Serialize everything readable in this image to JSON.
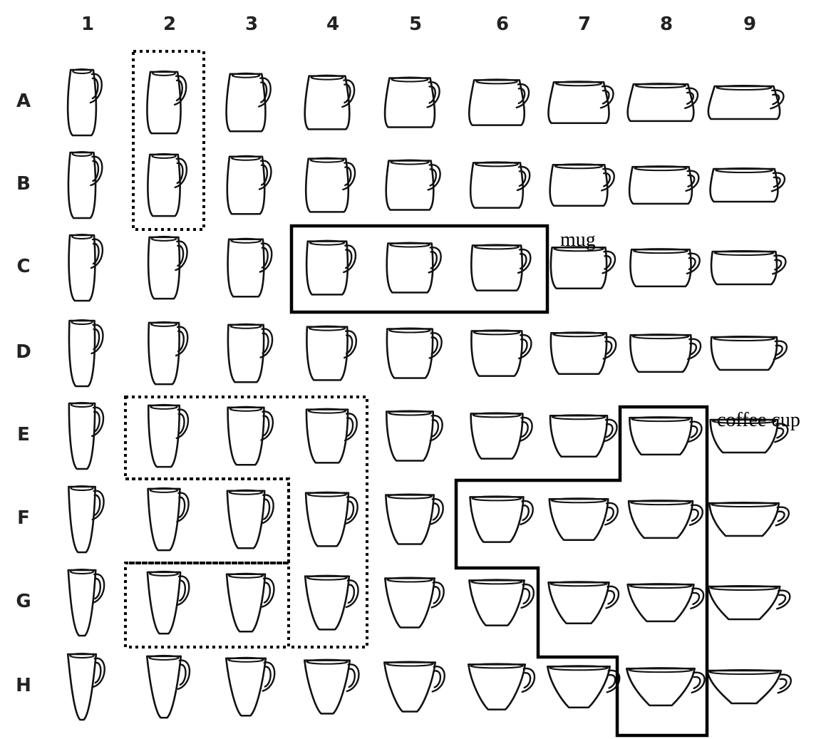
{
  "columns": [
    "1",
    "2",
    "3",
    "4",
    "5",
    "6",
    "7",
    "8",
    "9"
  ],
  "rows": [
    "A",
    "B",
    "C",
    "D",
    "E",
    "F",
    "G",
    "H"
  ],
  "annotations": {
    "mug": "mug",
    "coffee_cup": "coffee cup"
  },
  "colors": {
    "ink": "#111111",
    "background": "#ffffff"
  },
  "regions": {
    "solid": [
      {
        "name": "mug-region",
        "cells": [
          "C4",
          "C5",
          "C6"
        ]
      },
      {
        "name": "coffee-cup-region",
        "cells": [
          "E8",
          "F6",
          "F7",
          "F8",
          "G7",
          "G8",
          "H8"
        ]
      }
    ],
    "dotted": [
      {
        "name": "dotted-region-a2-b2",
        "cells": [
          "A2",
          "B2"
        ]
      },
      {
        "name": "dotted-region-e2-e4-f4-g4",
        "cells": [
          "E2",
          "E3",
          "E4",
          "F4",
          "G4"
        ]
      },
      {
        "name": "dotted-region-f2-f3",
        "cells": [
          "F2",
          "F3"
        ]
      },
      {
        "name": "dotted-region-g2-g3",
        "cells": [
          "G2",
          "G3"
        ]
      }
    ]
  }
}
